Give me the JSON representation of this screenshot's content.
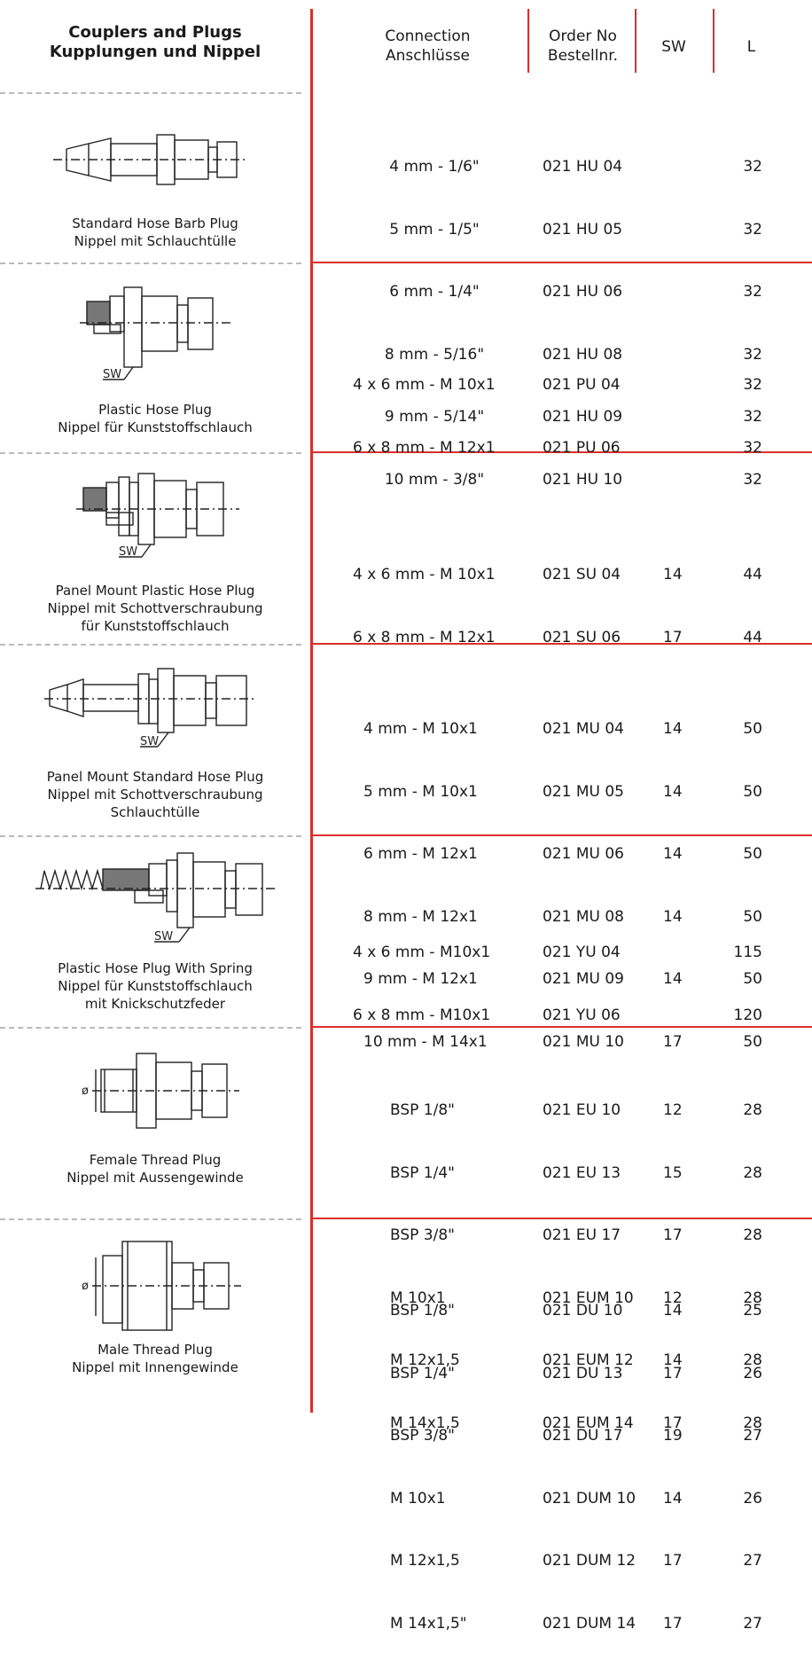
{
  "header": {
    "left_line1": "Couplers and Plugs",
    "left_line2": "Kupplungen und Nippel",
    "connection_line1": "Connection",
    "connection_line2": "Anschlüsse",
    "order_line1": "Order No",
    "order_line2": "Bestellnr.",
    "sw": "SW",
    "l": "L"
  },
  "sections": [
    {
      "caption": [
        "Standard Hose Barb Plug",
        "Nippel mit Schlauchtülle"
      ],
      "rows": [
        {
          "conn": "4 mm - 1/6\"",
          "order": "021 HU 04",
          "sw": "",
          "l": "32"
        },
        {
          "conn": "5 mm - 1/5\"",
          "order": "021 HU 05",
          "sw": "",
          "l": "32"
        },
        {
          "conn": "6 mm - 1/4\"",
          "order": "021 HU 06",
          "sw": "",
          "l": "32"
        },
        {
          "conn": "8 mm - 5/16\"",
          "order": "021 HU 08",
          "sw": "",
          "l": "32"
        },
        {
          "conn": "9 mm - 5/14\"",
          "order": "021 HU 09",
          "sw": "",
          "l": "32"
        },
        {
          "conn": "10 mm - 3/8\"",
          "order": "021 HU 10",
          "sw": "",
          "l": "32"
        }
      ]
    },
    {
      "caption": [
        "Plastic Hose Plug",
        "Nippel für Kunststoffschlauch"
      ],
      "sw_label": "SW",
      "rows": [
        {
          "conn": "4 x 6 mm - M 10x1",
          "order": "021 PU 04",
          "sw": "",
          "l": "32"
        },
        {
          "conn": "6 x 8 mm - M 12x1",
          "order": "021 PU 06",
          "sw": "",
          "l": "32"
        }
      ]
    },
    {
      "caption": [
        "Panel Mount Plastic Hose Plug",
        "Nippel mit Schottverschraubung",
        "für Kunststoffschlauch"
      ],
      "sw_label": "SW",
      "rows": [
        {
          "conn": "4 x 6 mm - M 10x1",
          "order": "021 SU 04",
          "sw": "14",
          "l": "44"
        },
        {
          "conn": "6 x 8 mm - M 12x1",
          "order": "021 SU 06",
          "sw": "17",
          "l": "44"
        }
      ]
    },
    {
      "caption": [
        "Panel Mount Standard Hose Plug",
        "Nippel mit Schottverschraubung",
        "Schlauchtülle"
      ],
      "sw_label": "SW",
      "rows": [
        {
          "conn": "4 mm - M 10x1",
          "order": "021 MU 04",
          "sw": "14",
          "l": "50"
        },
        {
          "conn": "5 mm - M 10x1",
          "order": "021 MU 05",
          "sw": "14",
          "l": "50"
        },
        {
          "conn": "6 mm - M 12x1",
          "order": "021 MU 06",
          "sw": "14",
          "l": "50"
        },
        {
          "conn": "8 mm - M 12x1",
          "order": "021 MU 08",
          "sw": "14",
          "l": "50"
        },
        {
          "conn": "9 mm - M 12x1",
          "order": "021 MU 09",
          "sw": "14",
          "l": "50"
        },
        {
          "conn": "10 mm - M 14x1",
          "order": "021 MU 10",
          "sw": "17",
          "l": "50"
        }
      ]
    },
    {
      "caption": [
        "Plastic Hose Plug  With Spring",
        "Nippel für Kunststoffschlauch",
        "mit Knickschutzfeder"
      ],
      "sw_label": "SW",
      "rows": [
        {
          "conn": "4 x 6 mm - M10x1",
          "order": "021 YU 04",
          "sw": "",
          "l": "115"
        },
        {
          "conn": "6 x 8 mm - M10x1",
          "order": "021 YU 06",
          "sw": "",
          "l": "120"
        }
      ]
    },
    {
      "caption": [
        "Female Thread Plug",
        "Nippel mit Aussengewinde"
      ],
      "rows": [
        {
          "conn": "BSP 1/8\"",
          "order": "021 EU 10",
          "sw": "12",
          "l": "28"
        },
        {
          "conn": "BSP 1/4\"",
          "order": "021 EU 13",
          "sw": "15",
          "l": "28"
        },
        {
          "conn": "BSP 3/8\"",
          "order": "021 EU 17",
          "sw": "17",
          "l": "28"
        },
        {
          "conn": "M 10x1",
          "order": "021 EUM 10",
          "sw": "12",
          "l": "28"
        },
        {
          "conn": "M 12x1,5",
          "order": "021 EUM 12",
          "sw": "14",
          "l": "28"
        },
        {
          "conn": "M 14x1,5",
          "order": "021 EUM 14",
          "sw": "17",
          "l": "28"
        }
      ]
    },
    {
      "caption": [
        "Male Thread Plug",
        "Nippel mit Innengewinde"
      ],
      "rows": [
        {
          "conn": "BSP 1/8\"",
          "order": "021 DU 10",
          "sw": "14",
          "l": "25"
        },
        {
          "conn": "BSP 1/4\"",
          "order": "021 DU 13",
          "sw": "17",
          "l": "26"
        },
        {
          "conn": "BSP 3/8\"",
          "order": "021 DU 17",
          "sw": "19",
          "l": "27"
        },
        {
          "conn": "M 10x1",
          "order": "021 DUM 10",
          "sw": "14",
          "l": "26"
        },
        {
          "conn": "M 12x1,5",
          "order": "021 DUM 12",
          "sw": "17",
          "l": "27"
        },
        {
          "conn": "M 14x1,5\"",
          "order": "021 DUM 14",
          "sw": "17",
          "l": "27"
        }
      ]
    }
  ]
}
